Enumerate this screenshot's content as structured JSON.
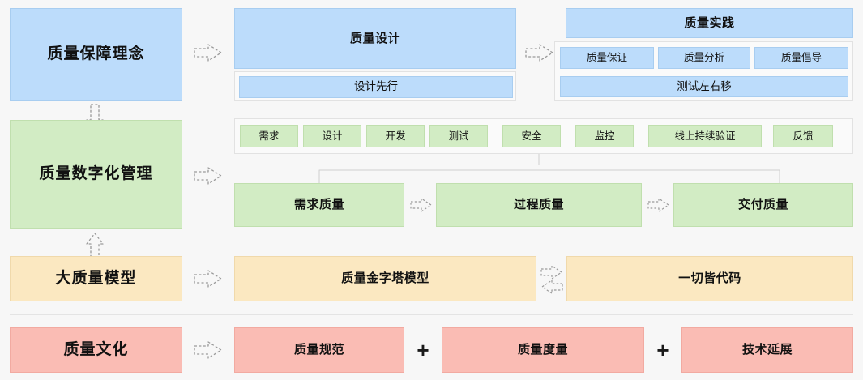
{
  "theme": {
    "background": "#f7f7f7",
    "blue": "#bcdcfb",
    "blue_border": "#a8cdf0",
    "green": "#d2ecc4",
    "green_border": "#c0dfae",
    "orange": "#fbe8c1",
    "orange_border": "#f0d9ab",
    "red": "#fabcb4",
    "red_border": "#f2aaa1",
    "panel_border": "#e2e2e2",
    "divider": "#e4e4e4",
    "arrow_stroke": "#8c8c8c"
  },
  "rows": {
    "philosophy": {
      "label": "质量保障理念",
      "design": {
        "title": "质量设计",
        "sub": "设计先行"
      },
      "practice": {
        "title": "质量实践",
        "items": [
          "质量保证",
          "质量分析",
          "质量倡导"
        ],
        "footer": "测试左右移"
      }
    },
    "digital": {
      "label": "质量数字化管理",
      "stages": [
        "需求",
        "设计",
        "开发",
        "测试",
        "安全",
        "监控",
        "线上持续验证",
        "反馈"
      ],
      "qualities": [
        "需求质量",
        "过程质量",
        "交付质量"
      ]
    },
    "model": {
      "label": "大质量模型",
      "items": [
        "质量金字塔模型",
        "一切皆代码"
      ]
    },
    "culture": {
      "label": "质量文化",
      "items": [
        "质量规范",
        "质量度量",
        "技术延展"
      ],
      "separator": "+"
    }
  }
}
